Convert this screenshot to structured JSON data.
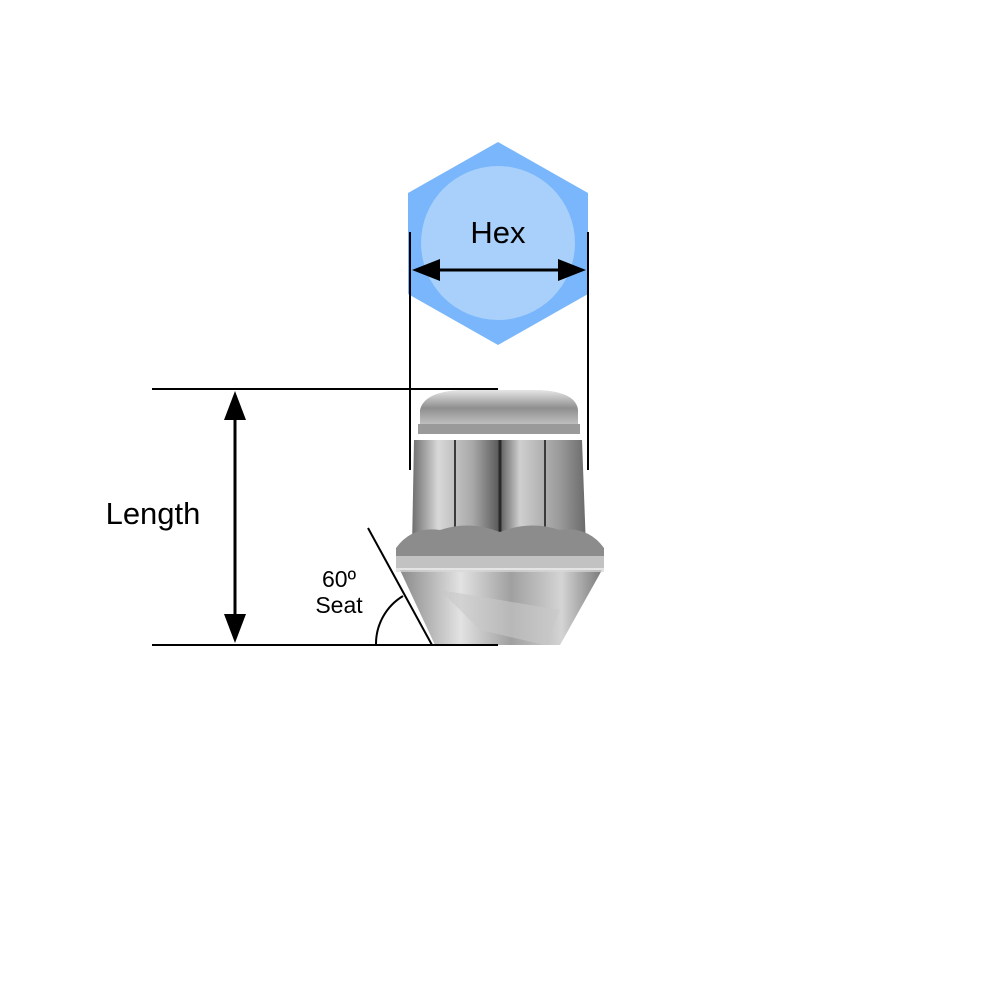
{
  "labels": {
    "hex": "Hex",
    "length": "Length",
    "seat_angle": "60º",
    "seat": "Seat"
  },
  "colors": {
    "hex_outer": "#7ab6fb",
    "hex_inner": "#a8d0fb",
    "lines": "#000000",
    "nut_metal": "#b8b8b8"
  }
}
